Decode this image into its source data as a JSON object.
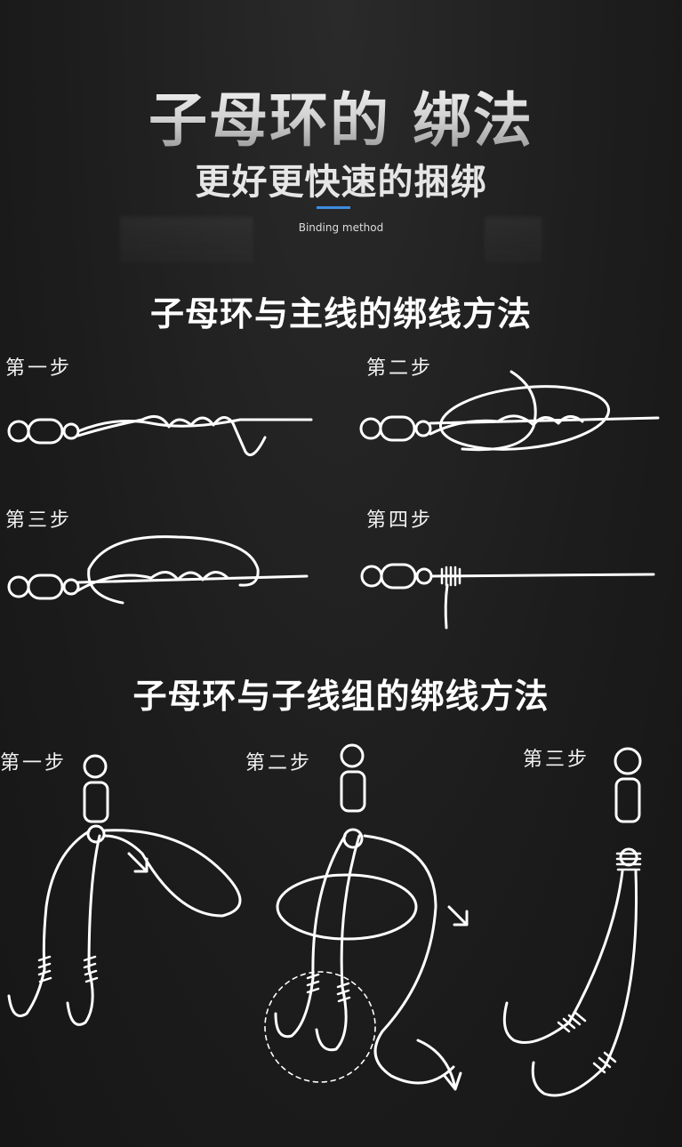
{
  "header": {
    "title": "子母环的 绑法",
    "subtitle": "更好更快速的捆绑",
    "english": "Binding method",
    "accent_color": "#3d8de0"
  },
  "section1": {
    "title": "子母环与主线的绑线方法",
    "steps": [
      "第一步",
      "第二步",
      "第三步",
      "第四步"
    ]
  },
  "section2": {
    "title": "子母环与子线组的绑线方法",
    "steps": [
      "第一步",
      "第二步",
      "第三步"
    ]
  },
  "colors": {
    "background": "#1e1e1e",
    "line": "#ffffff"
  }
}
